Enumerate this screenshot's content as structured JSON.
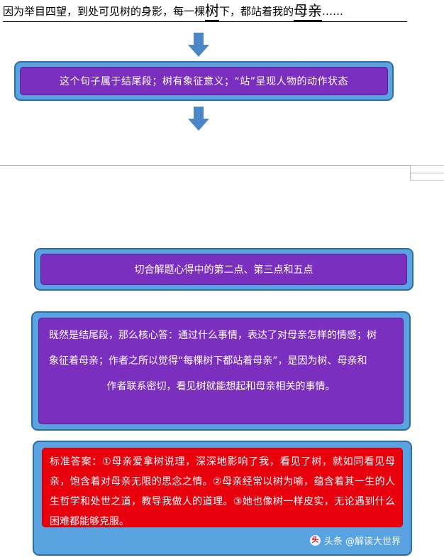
{
  "document": {
    "top_sentence": {
      "part1": "因为举目四望，到处可见树的身影，每一棵",
      "emph1": "树",
      "part2": "下，都站着我的",
      "emph2": "母亲",
      "part3": "……"
    },
    "page_break_label": ""
  },
  "flow": {
    "box1": {
      "text": "这个句子属于结尾段；树有象征意义；“站”呈现人物的动作状态"
    },
    "box2": {
      "text": "切合解题心得中的第二点、第三点和五点"
    },
    "box3": {
      "line1": "既然是结尾段，那么核心答：通过什么事情，表达了对母亲怎样的情感；树",
      "line2": "象征着母亲；作者之所以觉得“每棵树下都站着母亲”，是因为树、母亲和",
      "line3": "作者联系密切，看见树就能想起和母亲相关的事情。"
    },
    "box4": {
      "text": "标准答案：①母亲爱拿树说理，深深地影响了我，看见了树，就如同看见母亲，饱含着对母亲无限的思念之情。②母亲经常以树为喻，蕴含着其一生的人生哲学和处世之道，教导我做人的道理。③她也像树一样皮实，无论遇到什么困难都能够克服。"
    }
  },
  "watermark": {
    "logo": "头条",
    "text": "头条 @解读大世界"
  },
  "colors": {
    "arrow": "#4a86c8",
    "box_outer": "#58a3e0",
    "box_outer_border": "#2f6ea5",
    "inner_purple": "#7b2fbe",
    "inner_red": "#e8000d"
  }
}
